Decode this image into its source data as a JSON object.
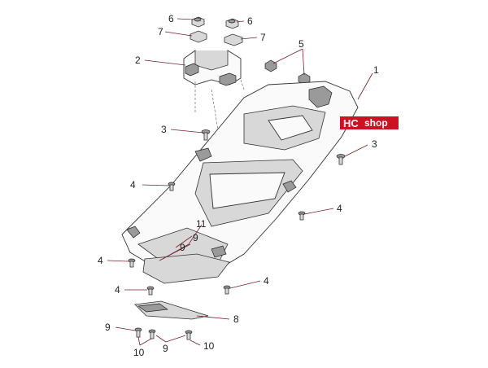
{
  "callouts": {
    "c1": "1",
    "c2": "2",
    "c3a": "3",
    "c3b": "3",
    "c4a": "4",
    "c4b": "4",
    "c4c": "4",
    "c4d": "4",
    "c4e": "4",
    "c5": "5",
    "c6a": "6",
    "c6b": "6",
    "c7a": "7",
    "c7b": "7",
    "c8": "8",
    "c9a": "9",
    "c9b": "9",
    "c9c": "9",
    "c10a": "10",
    "c10b": "10",
    "c11": "11"
  },
  "logo": {
    "brand_hc": "HC",
    "brand_shop": "shop",
    "color": "#cc1122"
  }
}
